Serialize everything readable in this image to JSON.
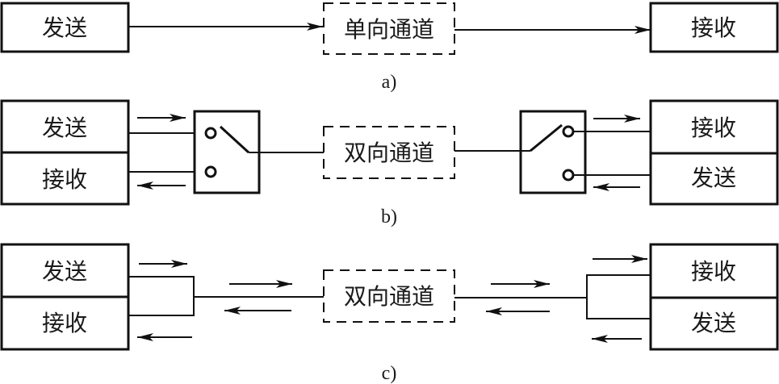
{
  "figure": {
    "panel_a": {
      "caption": "a)",
      "sender": "发送",
      "channel": "单向通道",
      "receiver": "接收"
    },
    "panel_b": {
      "caption": "b)",
      "left_top": "发送",
      "left_bottom": "接收",
      "channel": "双向通道",
      "right_top": "接收",
      "right_bottom": "发送"
    },
    "panel_c": {
      "caption": "c)",
      "left_top": "发送",
      "left_bottom": "接收",
      "channel": "双向通道",
      "right_top": "接收",
      "right_bottom": "发送"
    }
  }
}
